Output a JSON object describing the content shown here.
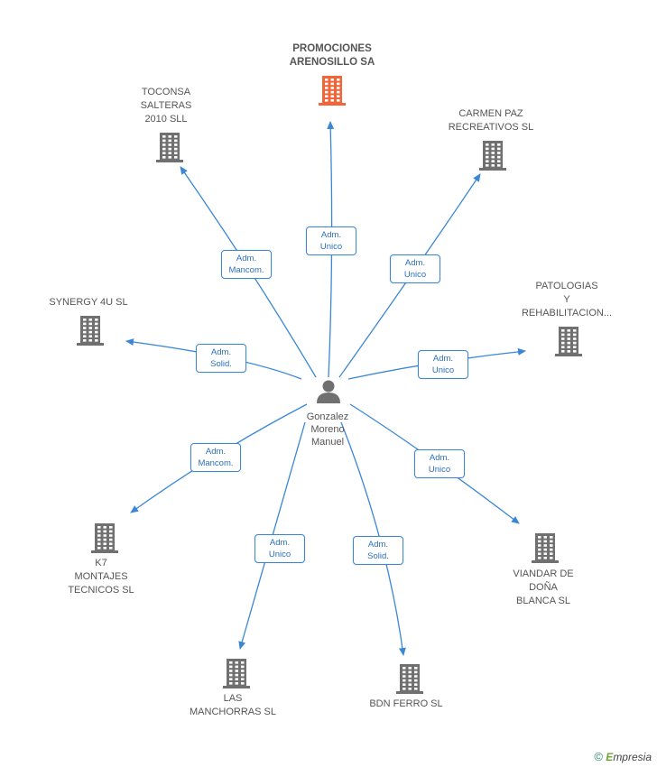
{
  "colors": {
    "edge": "#3a87d6",
    "building": "#707070",
    "building_main": "#f26538",
    "person": "#707070"
  },
  "person": {
    "label": "Gonzalez\nMoreno\nManuel",
    "icon": "person-icon"
  },
  "companies": [
    {
      "id": "promociones",
      "label": "PROMOCIONES\nARENOSILLO SA",
      "main": true,
      "icon": "building-icon",
      "relation": "Adm.\nUnico"
    },
    {
      "id": "toconsa",
      "label": "TOCONSA\nSALTERAS\n2010 SLL",
      "main": false,
      "icon": "building-icon",
      "relation": "Adm.\nMancom."
    },
    {
      "id": "carmen",
      "label": "CARMEN PAZ\nRECREATIVOS SL",
      "main": false,
      "icon": "building-icon",
      "relation": "Adm.\nUnico"
    },
    {
      "id": "synergy",
      "label": "SYNERGY 4U SL",
      "main": false,
      "icon": "building-icon",
      "relation": "Adm.\nSolid."
    },
    {
      "id": "patologias",
      "label": "PATOLOGIAS\nY\nREHABILITACION...",
      "main": false,
      "icon": "building-icon",
      "relation": "Adm.\nUnico"
    },
    {
      "id": "k7",
      "label": "K7\nMONTAJES\nTECNICOS SL",
      "main": false,
      "icon": "building-icon",
      "relation": "Adm.\nMancom."
    },
    {
      "id": "viandar",
      "label": "VIANDAR DE\nDOÑA\nBLANCA SL",
      "main": false,
      "icon": "building-icon",
      "relation": "Adm.\nUnico"
    },
    {
      "id": "manchorras",
      "label": "LAS\nMANCHORRAS SL",
      "main": false,
      "icon": "building-icon",
      "relation": "Adm.\nUnico"
    },
    {
      "id": "bdn",
      "label": "BDN FERRO SL",
      "main": false,
      "icon": "building-icon",
      "relation": "Adm.\nSolid."
    }
  ],
  "footer": {
    "copyright": "©",
    "brand_initial": "E",
    "brand_rest": "mpresia"
  }
}
